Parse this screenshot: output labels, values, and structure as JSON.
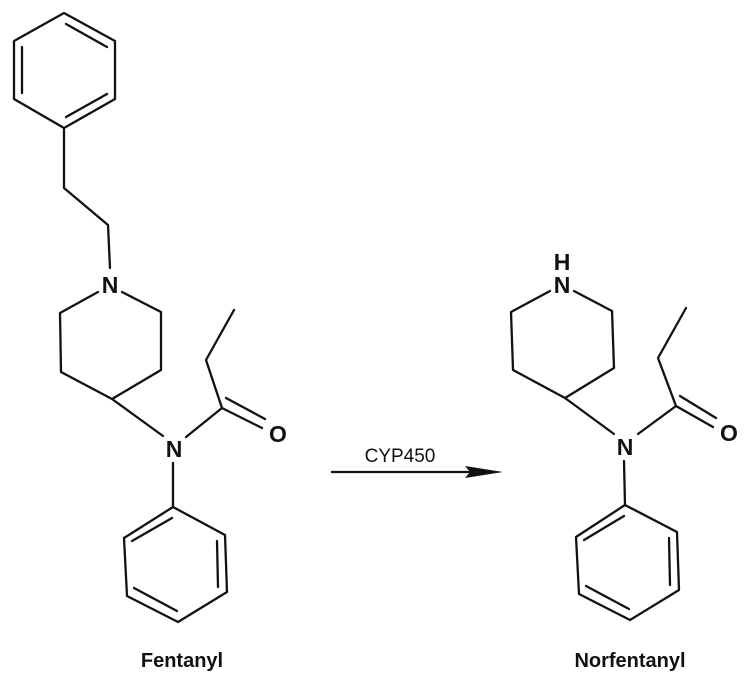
{
  "diagram": {
    "type": "chemical-reaction",
    "reactant": {
      "name": "Fentanyl",
      "atoms": {
        "piperidine_n": "N",
        "amide_n": "N",
        "carbonyl_o": "O"
      }
    },
    "reaction": {
      "enzyme_label": "CYP450",
      "arrow_direction": "right"
    },
    "product": {
      "name": "Norfentanyl",
      "atoms": {
        "piperidine_n": "N",
        "piperidine_h": "H",
        "amide_n": "N",
        "carbonyl_o": "O"
      }
    },
    "colors": {
      "ink": "#111111",
      "background": "#ffffff"
    }
  }
}
